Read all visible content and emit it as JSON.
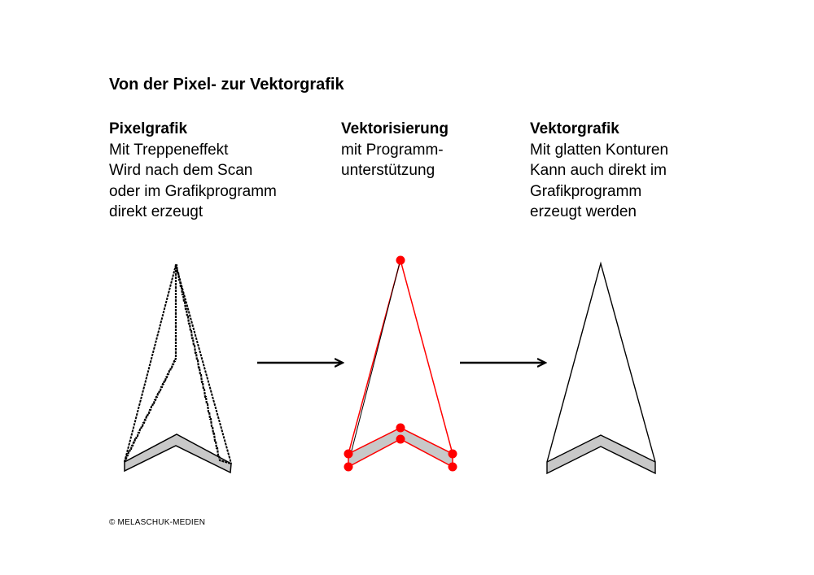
{
  "title": "Von der Pixel- zur Vektorgrafik",
  "columns": [
    {
      "heading": "Pixelgrafik",
      "lines": [
        "Mit Treppeneffekt",
        "Wird nach dem Scan",
        "oder im Grafikprogramm",
        "direkt erzeugt"
      ]
    },
    {
      "heading": "Vektorisierung",
      "lines": [
        "mit Programm-",
        "unterstützung"
      ]
    },
    {
      "heading": "Vektorgrafik",
      "lines": [
        "Mit glatten Konturen",
        "Kann auch direkt im",
        "Grafikprogramm",
        "erzeugt werden"
      ]
    }
  ],
  "colors": {
    "outline": "#000000",
    "fill_gray": "#c8c8c8",
    "anchor_red": "#ff0000",
    "background": "#ffffff"
  },
  "icons": [
    "pixel-arrowhead-icon",
    "vectorized-arrowhead-icon",
    "vector-arrowhead-icon",
    "right-arrow-icon"
  ],
  "footer": {
    "copyright": "© MELASCHUK-MEDIEN"
  }
}
